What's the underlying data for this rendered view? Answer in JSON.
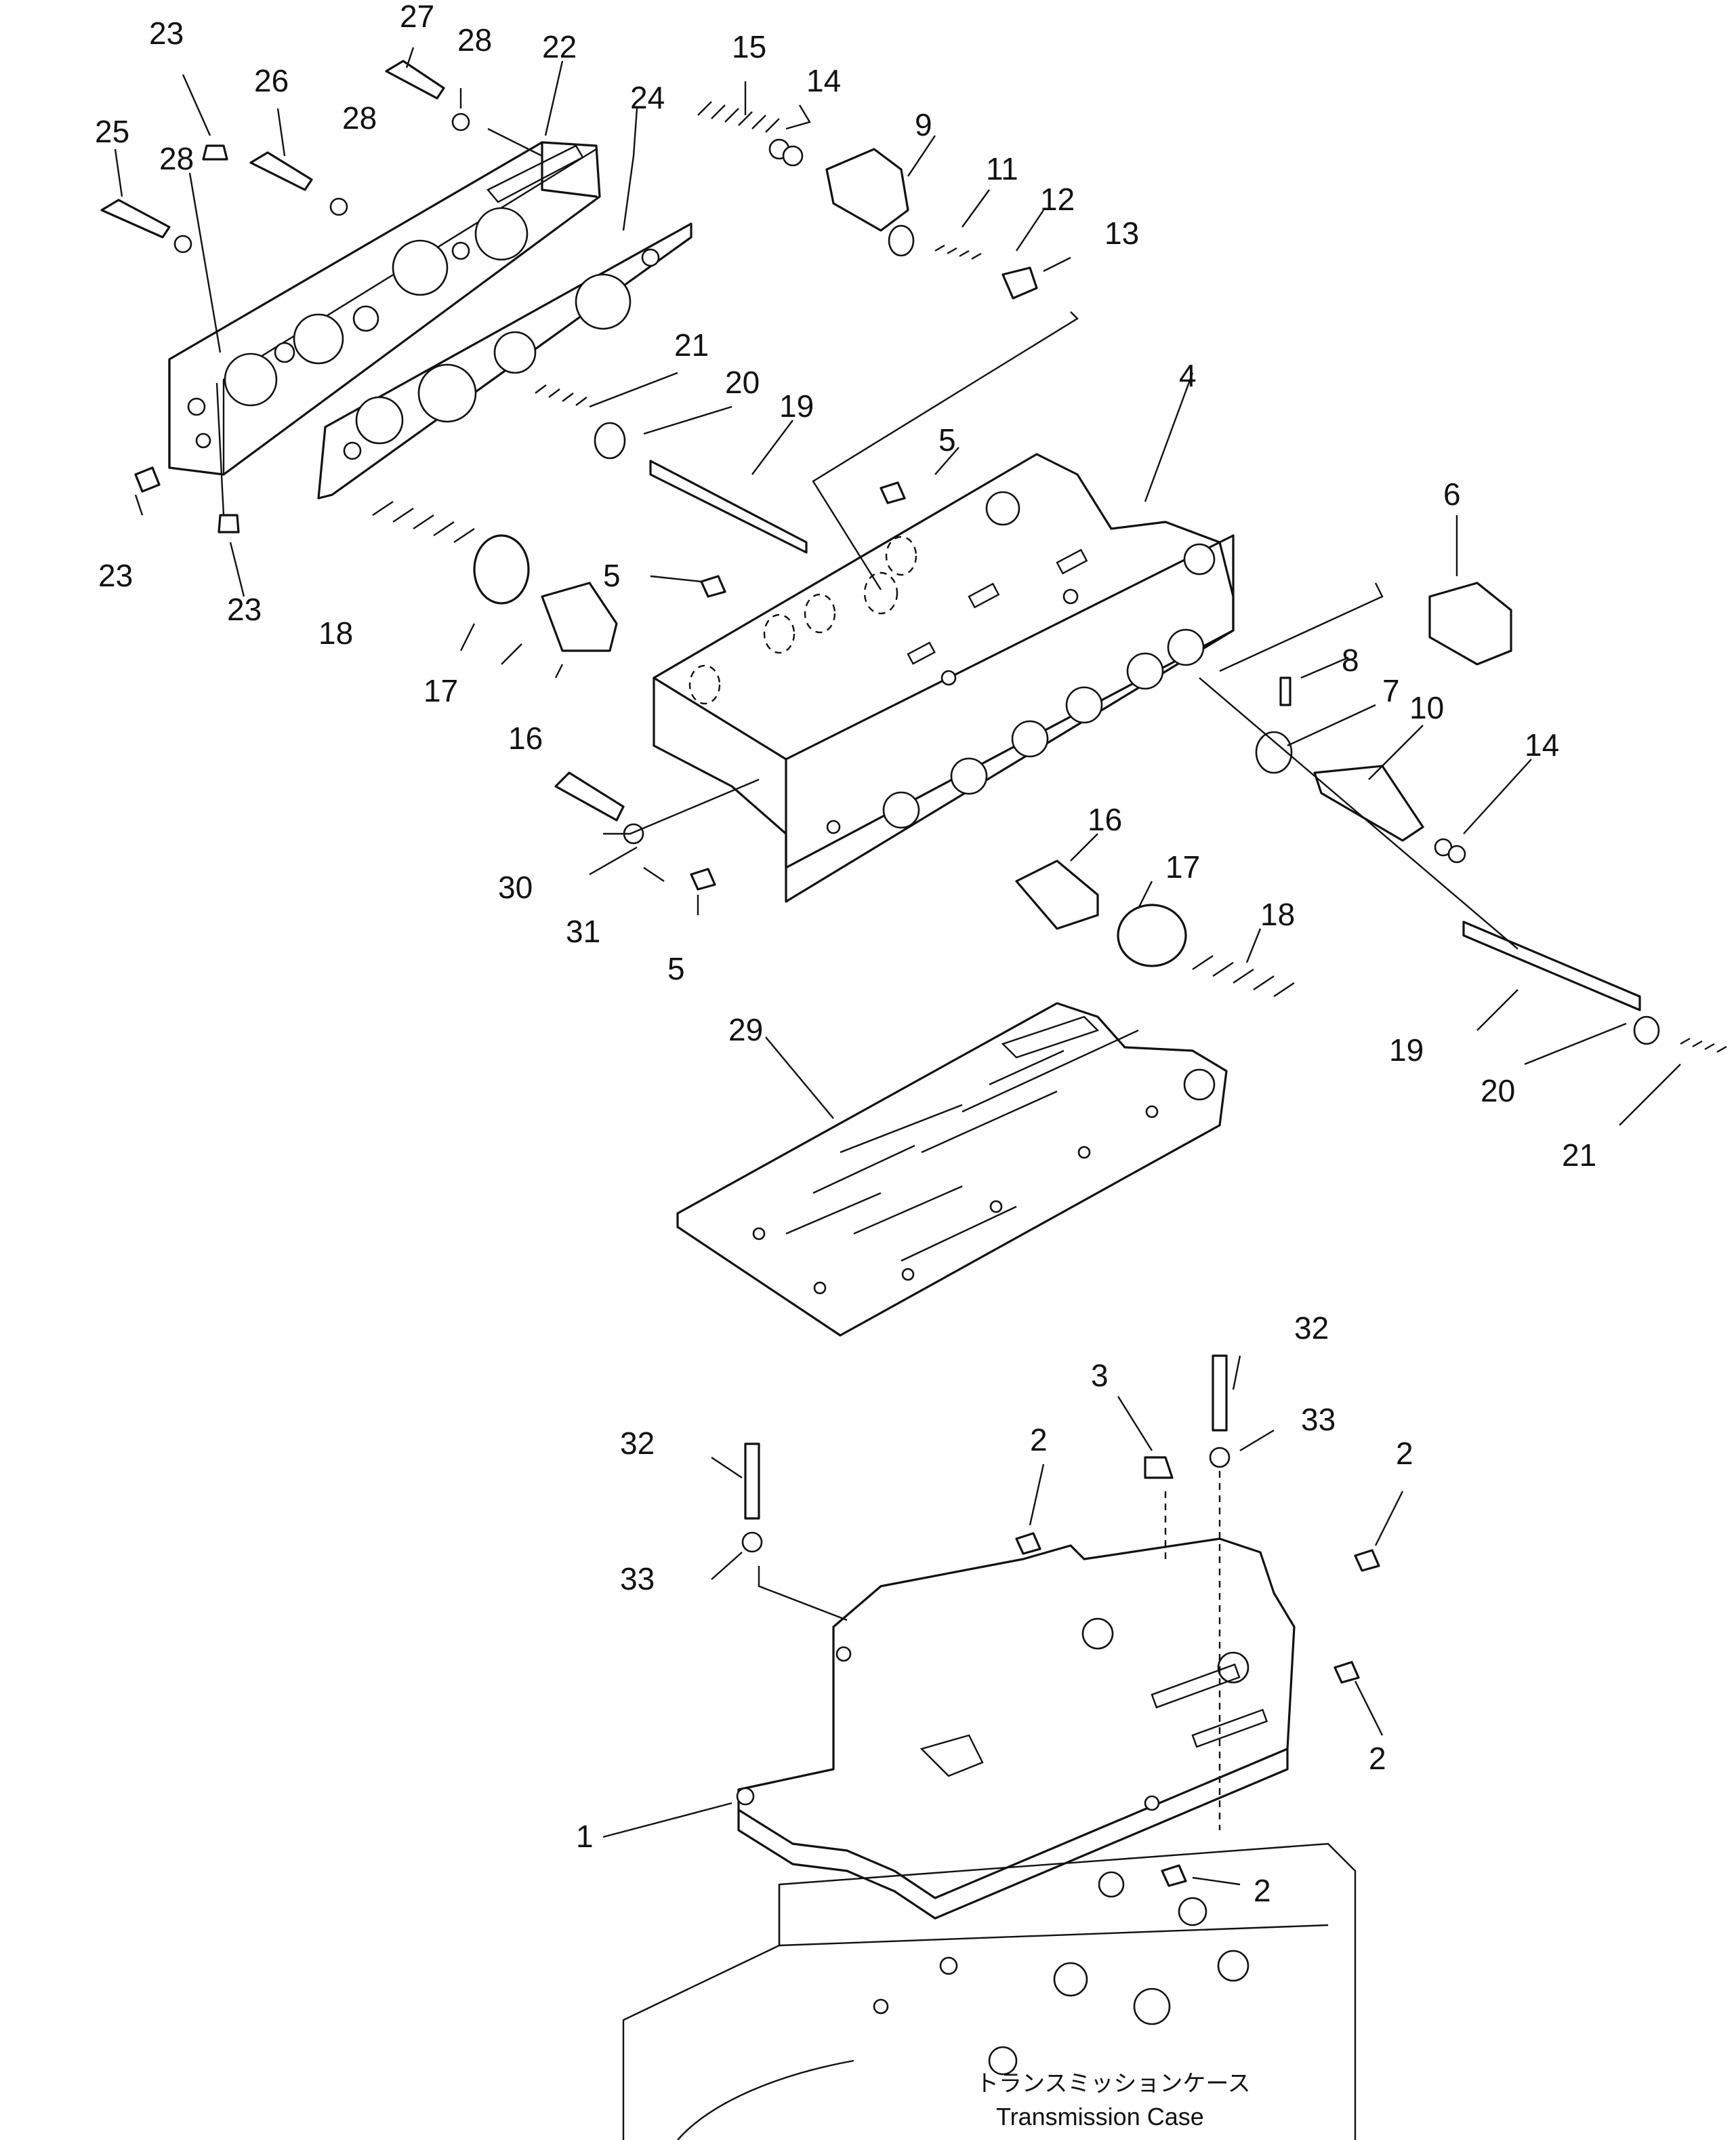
{
  "callouts": [
    "1",
    "2",
    "3",
    "4",
    "5",
    "6",
    "7",
    "8",
    "9",
    "10",
    "11",
    "12",
    "13",
    "14",
    "15",
    "16",
    "17",
    "18",
    "19",
    "20",
    "21",
    "22",
    "23",
    "24",
    "25",
    "26",
    "27",
    "28",
    "29",
    "30",
    "31",
    "32",
    "33"
  ],
  "caption": {
    "japanese": "トランスミッションケース",
    "english": "Transmission Case"
  }
}
